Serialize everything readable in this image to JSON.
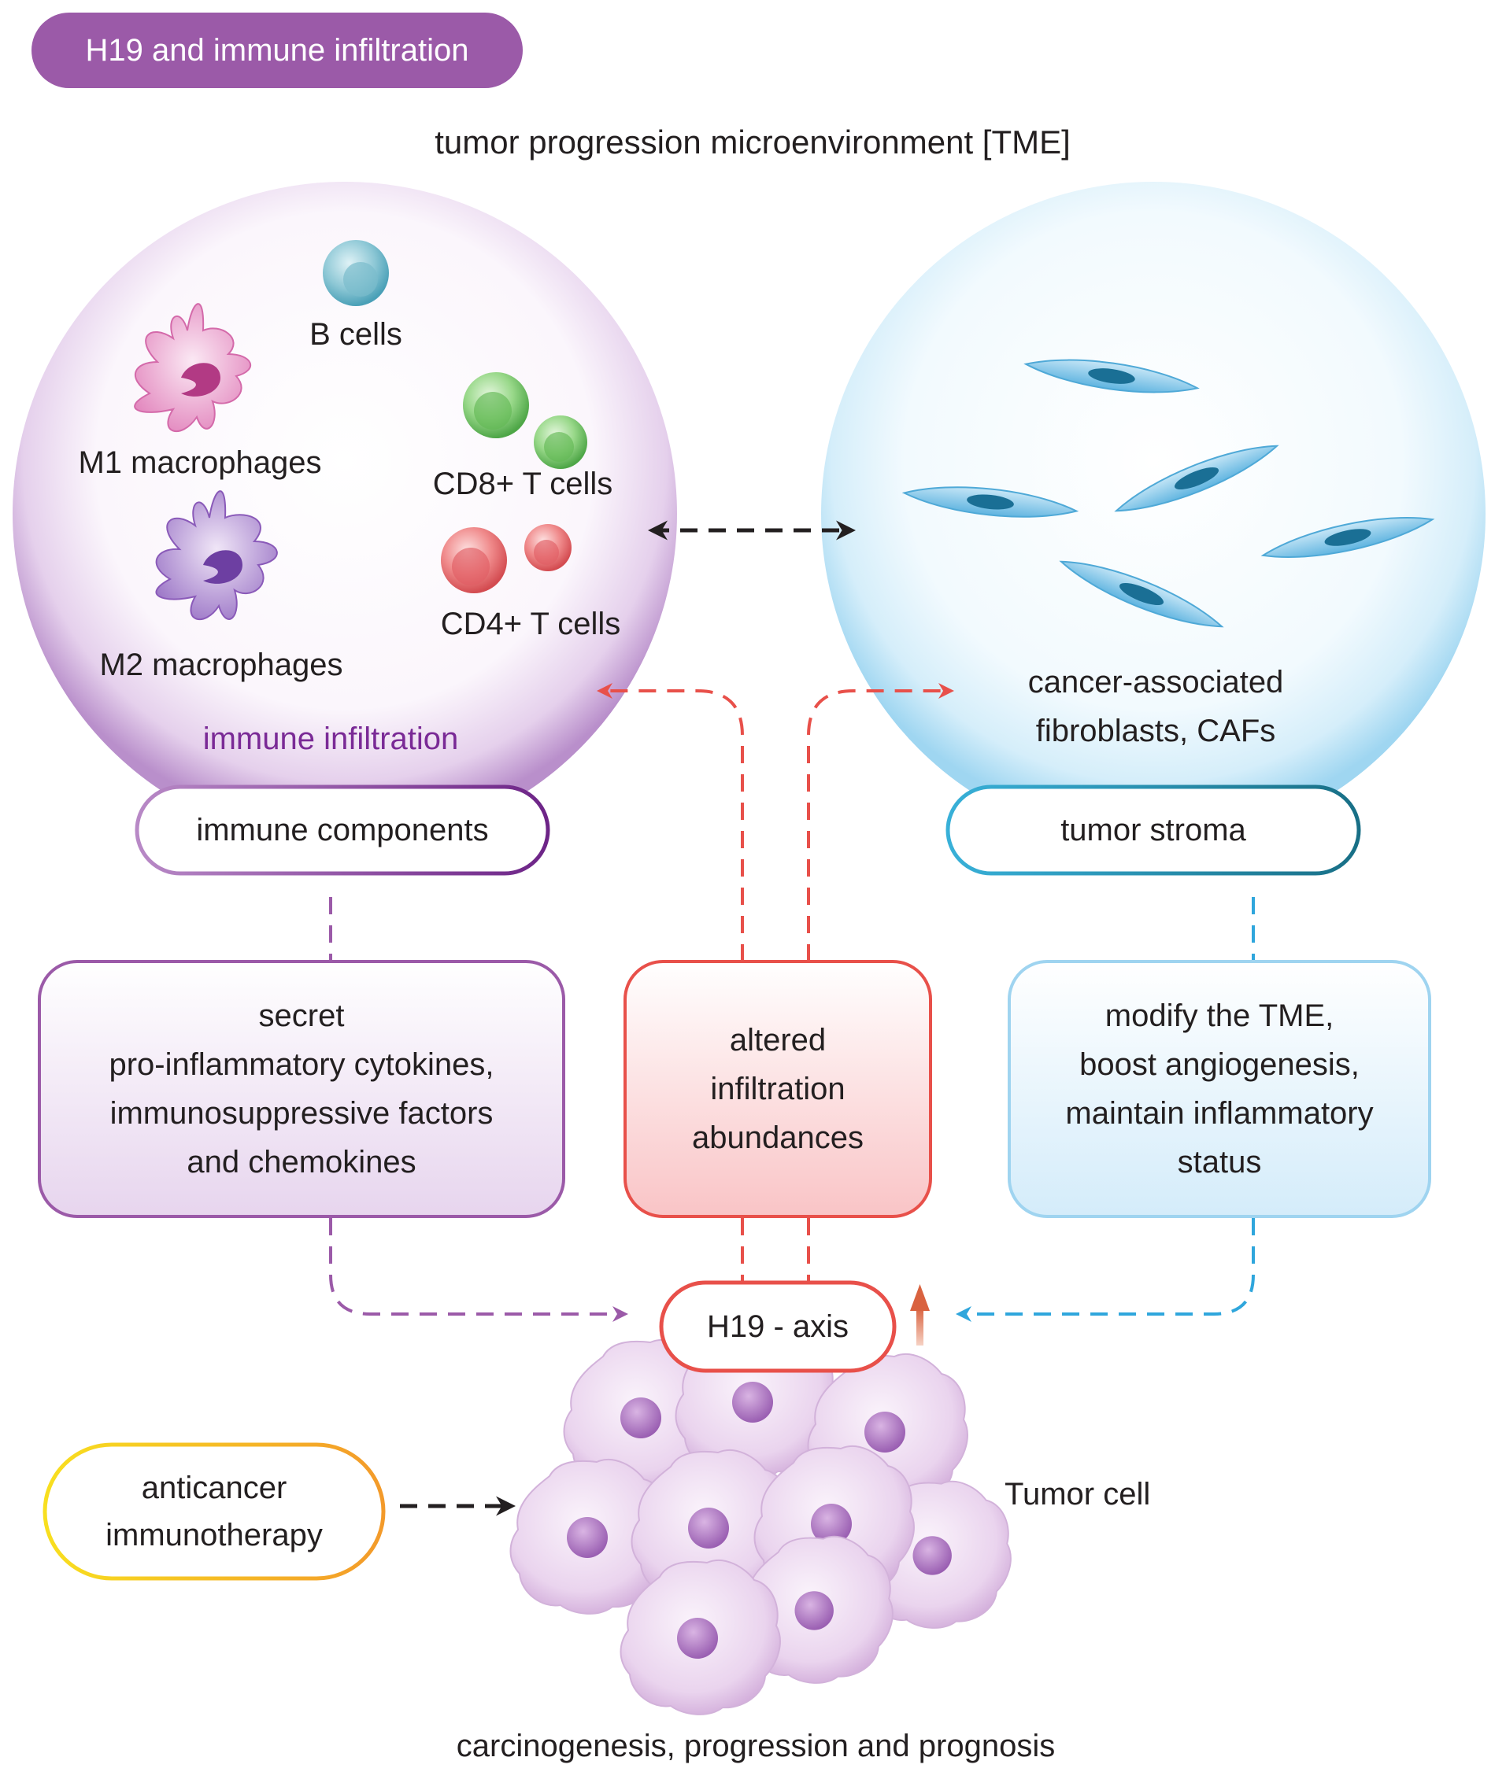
{
  "title_badge": "H19 and immune infiltration",
  "tme_heading": "tumor progression microenvironment [TME]",
  "immune_sphere": {
    "cells": {
      "b_cells": "B cells",
      "m1": "M1 macrophages",
      "cd8": "CD8+ T cells",
      "m2": "M2 macrophages",
      "cd4": "CD4+ T cells"
    },
    "caption": "immune infiltration",
    "pill": "immune components"
  },
  "stroma_sphere": {
    "caption_line1": "cancer-associated",
    "caption_line2": "fibroblasts, CAFs",
    "pill": "tumor stroma"
  },
  "boxes": {
    "left": [
      "secret",
      "pro-inflammatory cytokines,",
      "immunosuppressive factors",
      "and chemokines"
    ],
    "center": [
      "altered",
      "infiltration",
      "abundances"
    ],
    "right": [
      "modify the TME,",
      "boost angiogenesis,",
      "maintain inflammatory",
      "status"
    ]
  },
  "h19_axis": "H19 - axis",
  "therapy": [
    "anticancer",
    "immunotherapy"
  ],
  "tumor_cell_label": "Tumor cell",
  "footer": "carcinogenesis, progression and prognosis",
  "colors": {
    "purple": "#9b5aa8",
    "purple_dark": "#6d2d86",
    "immune_text": "#7a2a96",
    "red": "#e8504a",
    "blue": "#2fa6dc",
    "light_blue": "#9fd4f0",
    "teal": "#1f8fae",
    "yellow_orange": "#f7b52a",
    "black": "#231f20"
  },
  "icons": [
    "b-cell-icon",
    "m1-macrophage-icon",
    "m2-macrophage-icon",
    "cd8-t-cell-icon",
    "cd4-t-cell-icon",
    "fibroblast-icon",
    "tumor-cell-icon",
    "up-arrow-icon"
  ]
}
